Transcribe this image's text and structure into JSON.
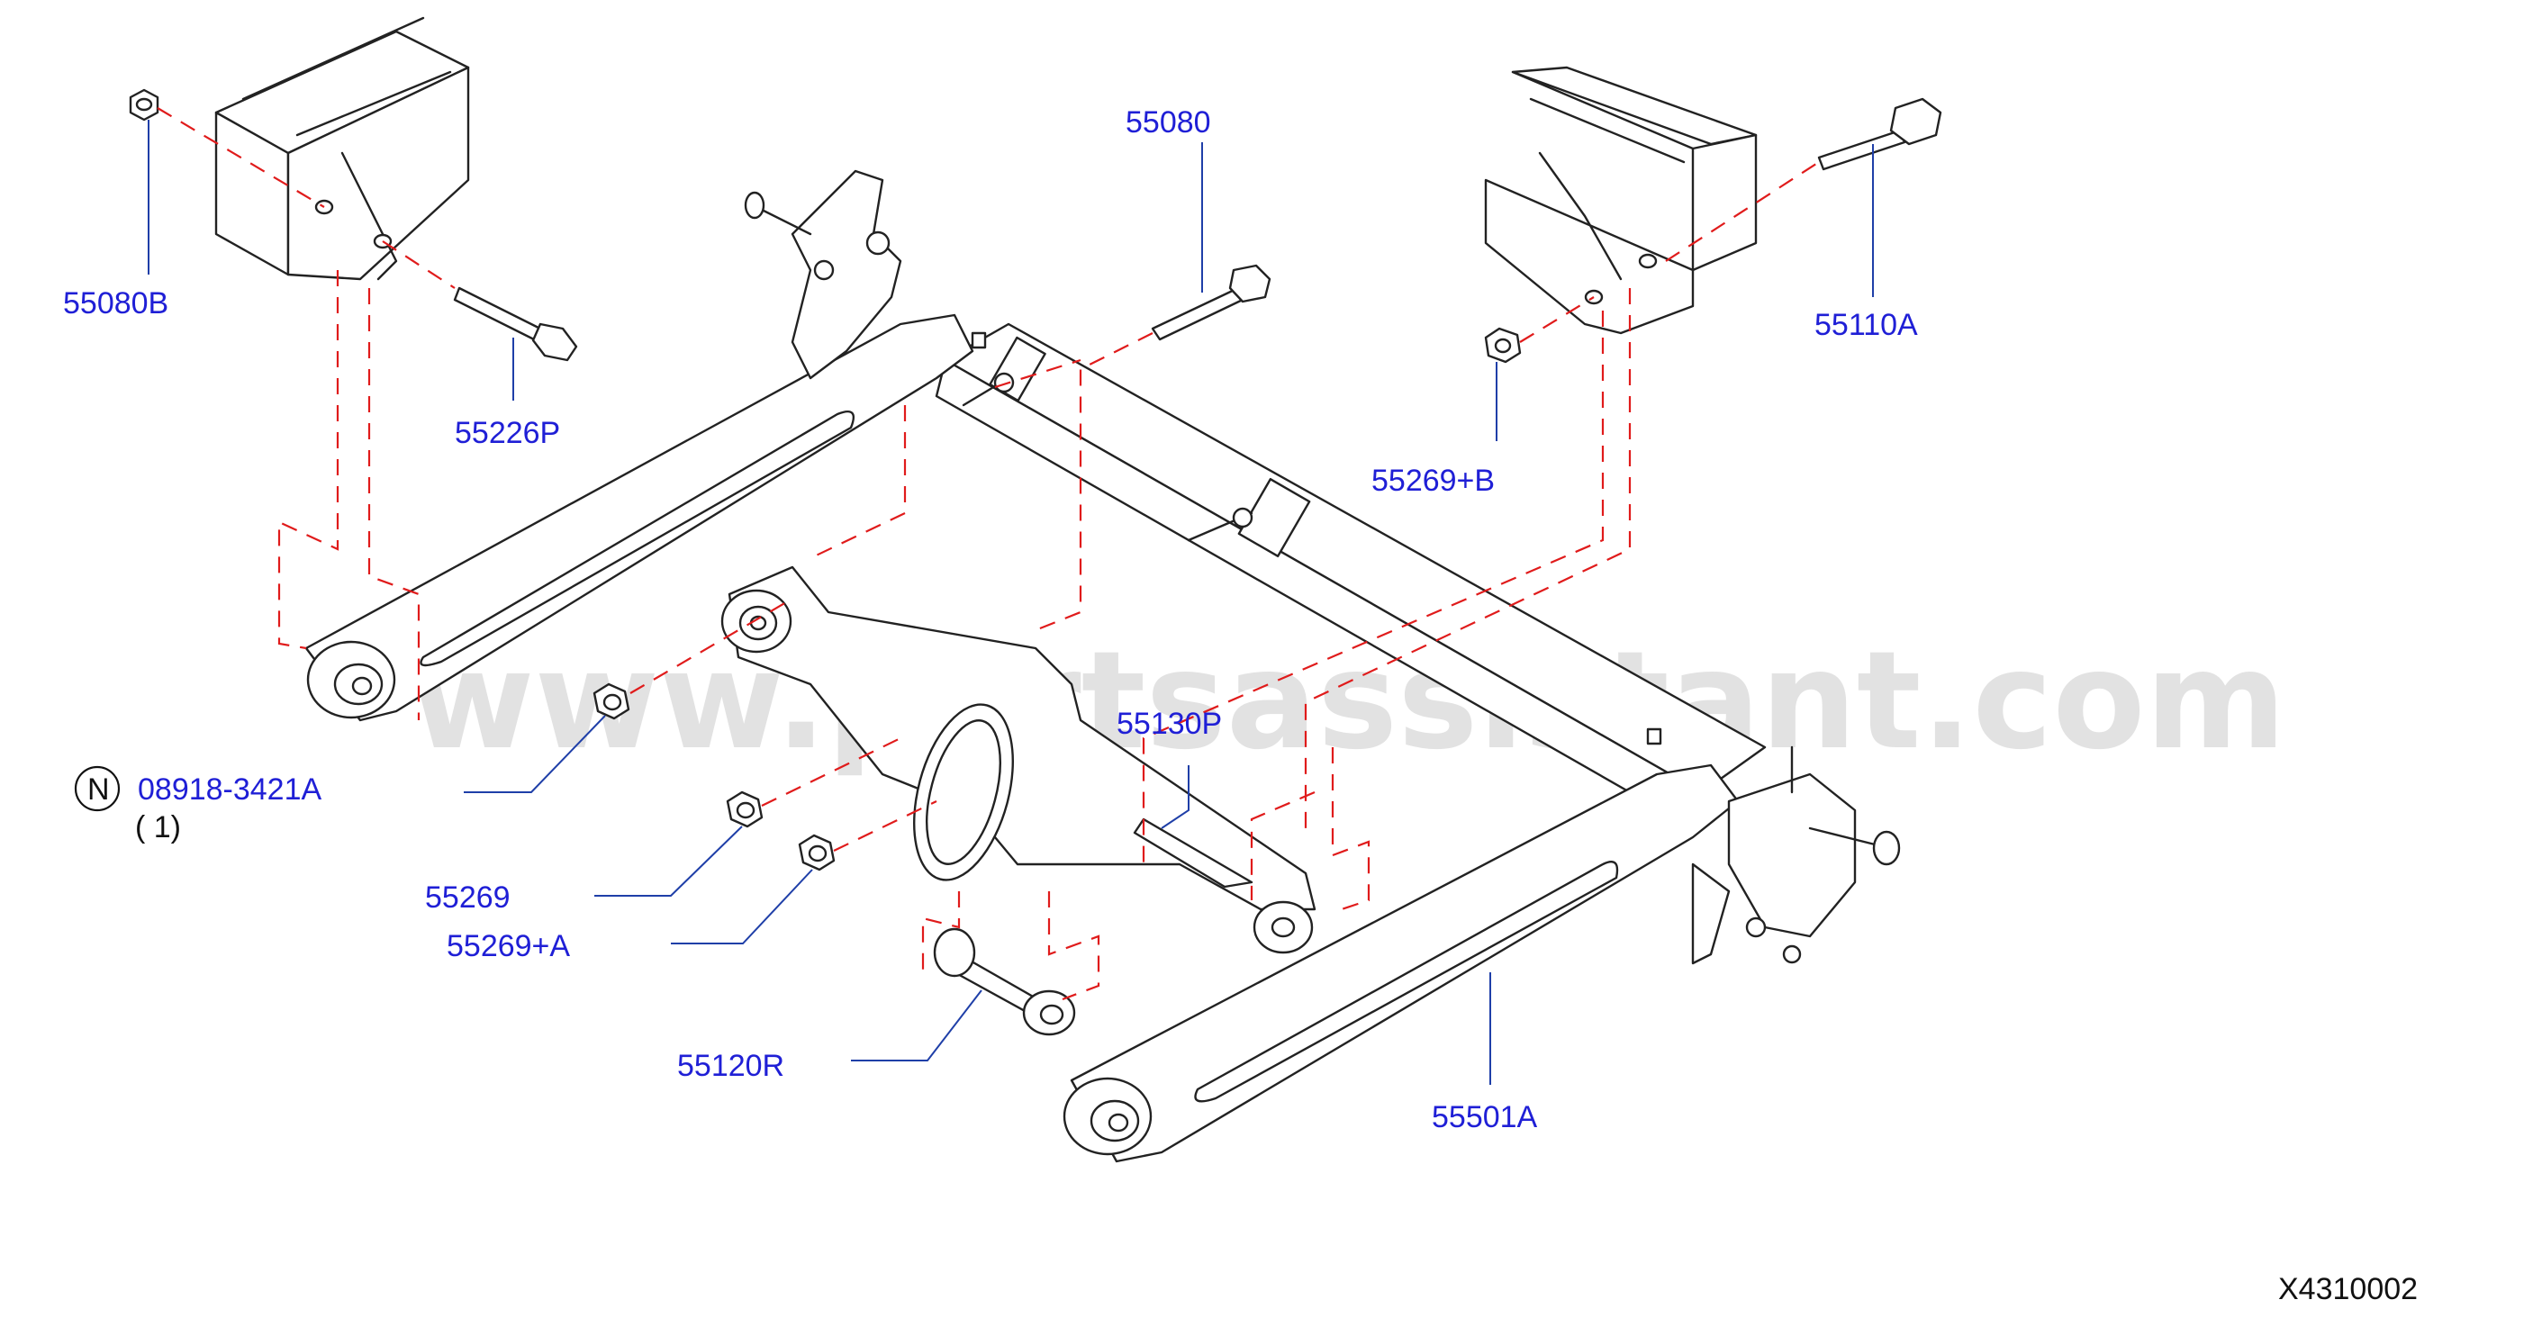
{
  "watermark": "www.partsassistant.com",
  "drawing_code": "X4310002",
  "note_symbol": "N",
  "note_quantity": "( 1)",
  "callouts": [
    {
      "id": "55080B",
      "label": "55080B"
    },
    {
      "id": "55226P",
      "label": "55226P"
    },
    {
      "id": "55080",
      "label": "55080"
    },
    {
      "id": "55110A",
      "label": "55110A"
    },
    {
      "id": "55269B",
      "label": "55269+B"
    },
    {
      "id": "08918",
      "label": "08918-3421A"
    },
    {
      "id": "55130P",
      "label": "55130P"
    },
    {
      "id": "55269",
      "label": "55269"
    },
    {
      "id": "55269A",
      "label": "55269+A"
    },
    {
      "id": "55120R",
      "label": "55120R"
    },
    {
      "id": "55501A",
      "label": "55501A"
    }
  ],
  "colors": {
    "callout_text": "#1f1fd6",
    "leader_line": "#1f3fa8",
    "assembly_dash": "#e01b1b",
    "outline": "#222222"
  }
}
